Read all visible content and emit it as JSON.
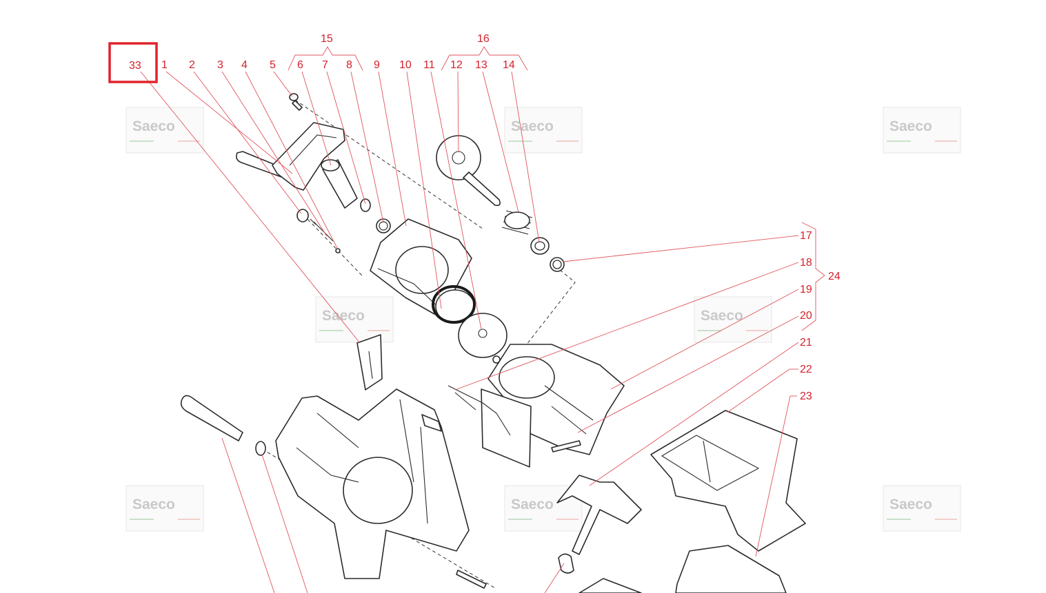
{
  "diagram": {
    "highlighted_label": "33",
    "labels": [
      "33",
      "1",
      "2",
      "3",
      "4",
      "5",
      "6",
      "7",
      "8",
      "9",
      "10",
      "11",
      "12",
      "13",
      "14",
      "15",
      "16",
      "17",
      "18",
      "19",
      "20",
      "21",
      "22",
      "23",
      "24"
    ],
    "watermark": "Saeco",
    "colors": {
      "label": "#d4202a",
      "leader": "#e0535b",
      "highlight": "#e0232b",
      "line_art": "#2a2a2a",
      "watermark": "#c9c9c9"
    }
  }
}
